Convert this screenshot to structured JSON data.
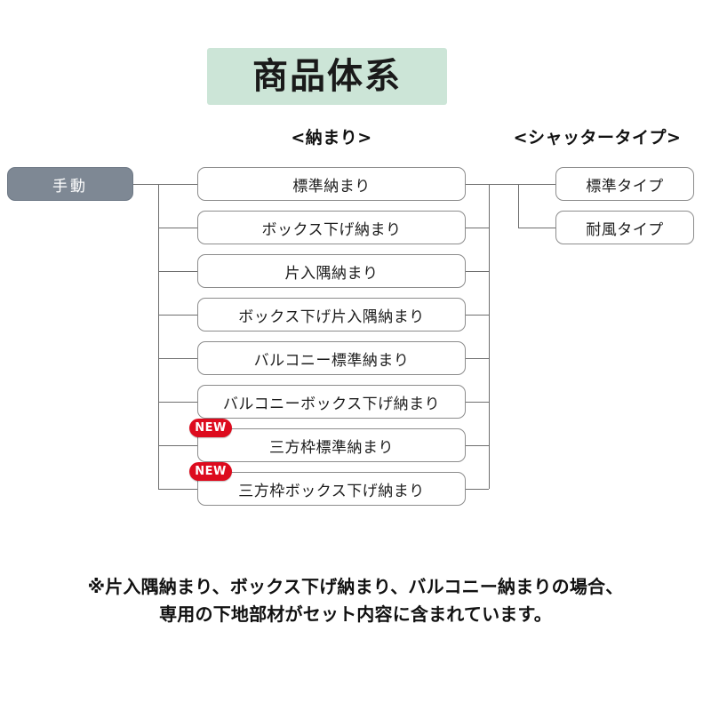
{
  "title": {
    "text": "商品体系",
    "background_color": "#cce5d7"
  },
  "headers": {
    "osamari": "<納まり>",
    "shutter_type": "<シャッタータイプ>"
  },
  "root": {
    "label": "手動",
    "background_color": "#7e8894",
    "text_color": "#ffffff"
  },
  "badges": {
    "new_label": "NEW",
    "new_color": "#dd0b1e"
  },
  "osamari_items": [
    {
      "label": "標準納まり",
      "is_new": false
    },
    {
      "label": "ボックス下げ納まり",
      "is_new": false
    },
    {
      "label": "片入隅納まり",
      "is_new": false
    },
    {
      "label": "ボックス下げ片入隅納まり",
      "is_new": false
    },
    {
      "label": "バルコニー標準納まり",
      "is_new": false
    },
    {
      "label": "バルコニーボックス下げ納まり",
      "is_new": false
    },
    {
      "label": "三方枠標準納まり",
      "is_new": true
    },
    {
      "label": "三方枠ボックス下げ納まり",
      "is_new": true
    }
  ],
  "shutter_items": [
    {
      "label": "標準タイプ"
    },
    {
      "label": "耐風タイプ"
    }
  ],
  "footnote": {
    "line1": "※片入隅納まり、ボックス下げ納まり、バルコニー納まりの場合、",
    "line2": "専用の下地部材がセット内容に含まれています。"
  }
}
